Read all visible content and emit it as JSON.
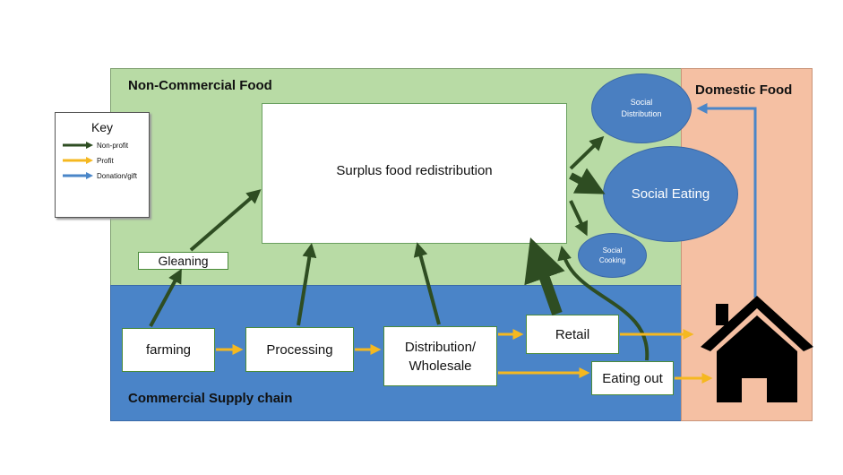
{
  "regions": {
    "non_commercial": {
      "label": "Non-Commercial Food",
      "color": "#b8dba5"
    },
    "commercial": {
      "label": "Commercial Supply chain",
      "color": "#4a84c8"
    },
    "domestic": {
      "label": "Domestic Food",
      "color": "#f5c0a3"
    }
  },
  "nodes": {
    "surplus": "Surplus food redistribution",
    "gleaning": "Gleaning",
    "farming": "farming",
    "processing": "Processing",
    "distribution": "Distribution/\nWholesale",
    "retail": "Retail",
    "eating_out": "Eating out",
    "social_distribution": "Social\nDistribution",
    "social_eating": "Social Eating",
    "social_cooking": "Social\nCooking"
  },
  "key": {
    "title": "Key",
    "items": [
      {
        "label": "Non-profit",
        "color": "#2e4d22"
      },
      {
        "label": "Profit",
        "color": "#f5b820"
      },
      {
        "label": "Donation/gift",
        "color": "#4a86c8"
      }
    ]
  },
  "icons": {
    "house": "house-icon"
  }
}
